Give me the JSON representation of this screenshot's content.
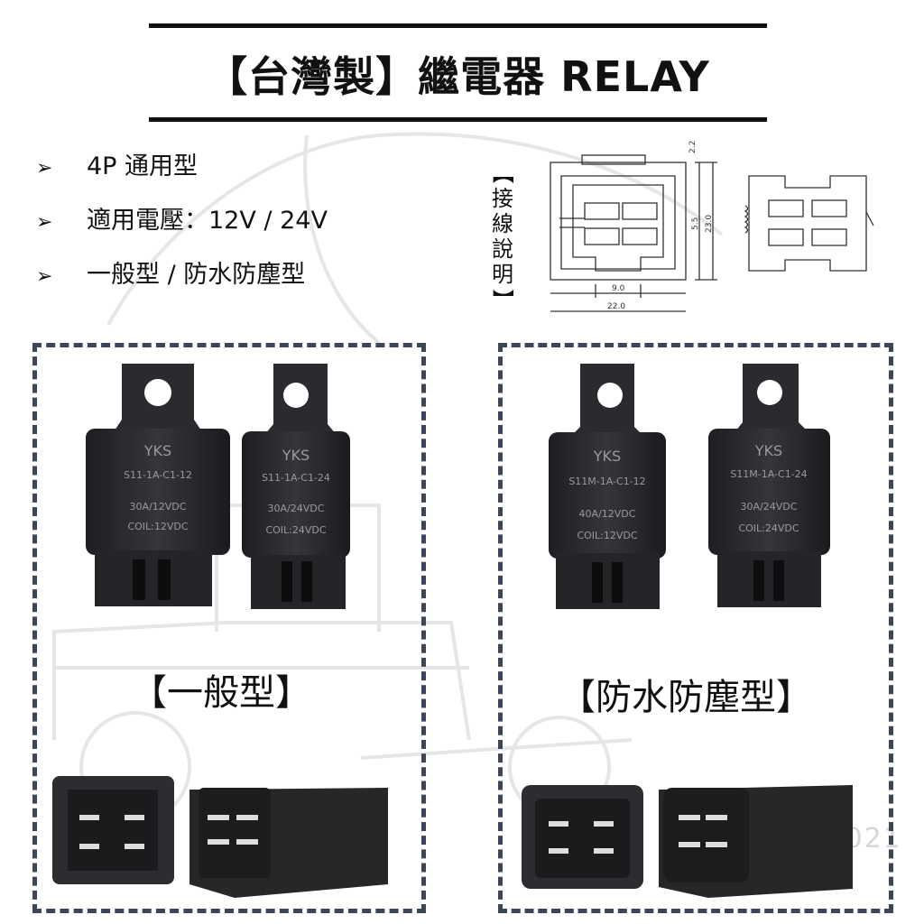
{
  "title": "【台灣製】繼電器 RELAY",
  "features": [
    "4P 通用型",
    "適用電壓：12V / 24V",
    "一般型 / 防水防塵型"
  ],
  "wiring_label": [
    "【",
    "接",
    "線",
    "說",
    "明",
    "】"
  ],
  "diagram": {
    "dim_top": "2.2",
    "dim_mid": "5.5",
    "dim_height": "23.0",
    "dim_inner": "9.0",
    "dim_width": "22.0"
  },
  "sections": {
    "standard": {
      "label": "【一般型】",
      "relays": [
        {
          "brand": "YKS",
          "model": "S11-1A-C1-12",
          "rating": "30A/12VDC",
          "coil": "COIL:12VDC"
        },
        {
          "brand": "YKS",
          "model": "S11-1A-C1-24",
          "rating": "30A/24VDC",
          "coil": "COIL:24VDC"
        }
      ]
    },
    "waterproof": {
      "label": "【防水防塵型】",
      "relays": [
        {
          "brand": "YKS",
          "model": "S11M-1A-C1-12",
          "rating": "40A/12VDC",
          "coil": "COIL:12VDC"
        },
        {
          "brand": "YKS",
          "model": "S11M-1A-C1-24",
          "rating": "30A/24VDC",
          "coil": "COIL:24VDC"
        }
      ]
    }
  },
  "watermark": "© 2021",
  "colors": {
    "frame": "#3b4659",
    "relay_body": "#2b2d31",
    "relay_dark": "#1c1d20"
  }
}
